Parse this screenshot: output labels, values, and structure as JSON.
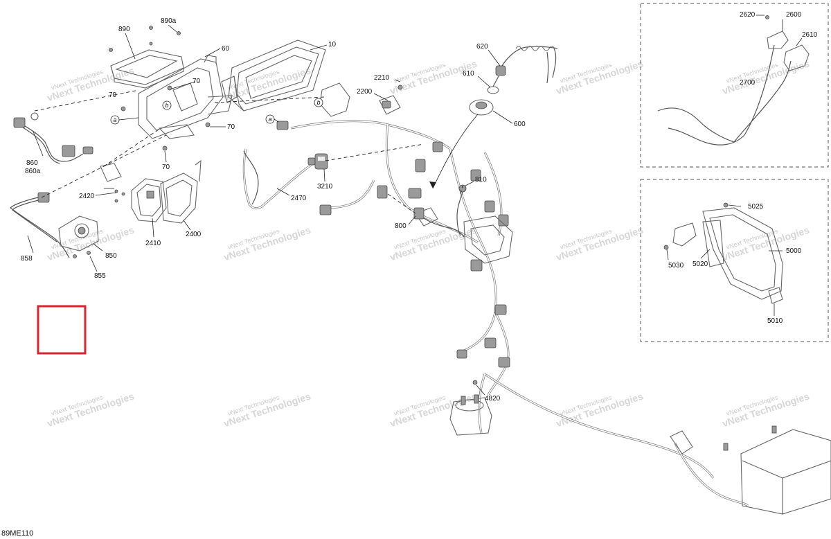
{
  "figure_code": "89ME110",
  "watermark": {
    "line1": "vNext Technologies",
    "line2": "vNext Technologies"
  },
  "highlight_color": "#d9232e",
  "callouts": {
    "c890": "890",
    "c890a": "890a",
    "c60": "60",
    "c10": "10",
    "c70a": "70",
    "c70b": "70",
    "c70c": "70",
    "c70d": "70",
    "c860": "860",
    "c860a": "860a",
    "c2420": "2420",
    "c2410": "2410",
    "c2400": "2400",
    "c858": "858",
    "c850": "850",
    "c855": "855",
    "c2470": "2470",
    "c3210": "3210",
    "c2210": "2210",
    "c2200": "2200",
    "c620": "620",
    "c610": "610",
    "c600": "600",
    "c810": "810",
    "c800": "800",
    "c4820": "4820",
    "c2620": "2620",
    "c2600": "2600",
    "c2610": "2610",
    "c2700": "2700",
    "c5025": "5025",
    "c5000": "5000",
    "c5030": "5030",
    "c5020": "5020",
    "c5010": "5010"
  },
  "circle_letters": {
    "a1": "a",
    "a2": "a",
    "b1": "b",
    "b2": "b"
  }
}
